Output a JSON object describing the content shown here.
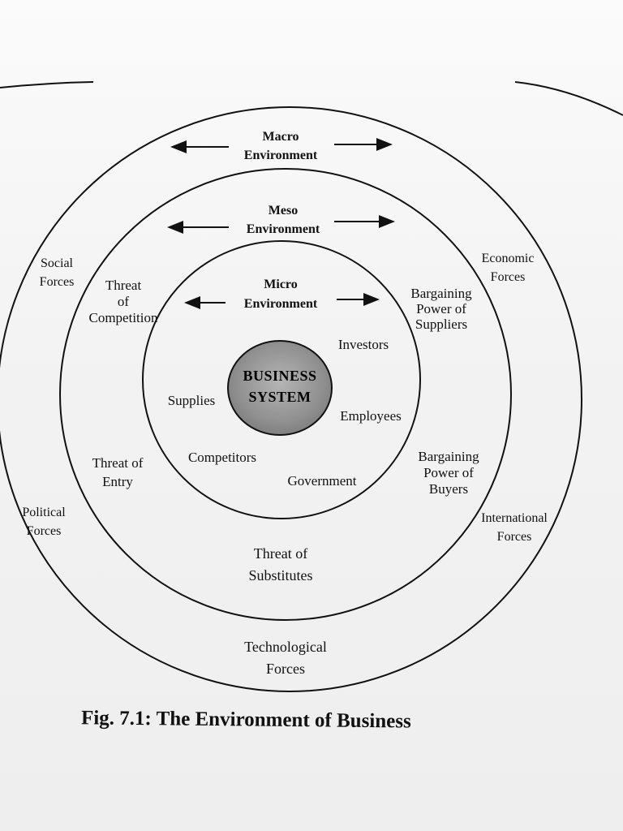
{
  "rings": {
    "macro": {
      "title": "Macro\nEnvironment"
    },
    "meso": {
      "title": "Meso\nEnvironment"
    },
    "micro": {
      "title": "Micro\nEnvironment"
    }
  },
  "core": {
    "label": "BUSINESS\nSYSTEM"
  },
  "macro_forces": {
    "social": "Social\nForces",
    "economic": "Economic\nForces",
    "political": "Political\nForces",
    "international": "International\nForces",
    "technological": "Technological\nForces"
  },
  "meso_factors": {
    "threat_competition": "Threat\nof\nCompetition",
    "bargaining_suppliers": "Bargaining\nPower of\nSuppliers",
    "threat_entry": "Threat of\nEntry",
    "bargaining_buyers": "Bargaining\nPower of\nBuyers",
    "threat_substitutes": "Threat of\nSubstitutes"
  },
  "micro_factors": {
    "investors": "Investors",
    "supplies": "Supplies",
    "employees": "Employees",
    "competitors": "Competitors",
    "government": "Government"
  },
  "caption": "Fig. 7.1: The Environment of Business",
  "colors": {
    "ink": "#111111",
    "core_fill": "#8a8a8a"
  }
}
